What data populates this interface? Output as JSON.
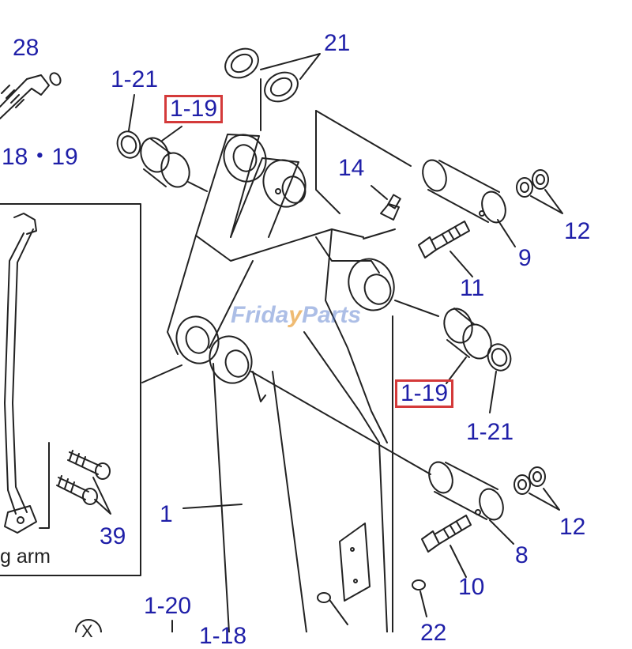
{
  "labels": {
    "l28": "28",
    "l21": "21",
    "l1_21_top": "1-21",
    "l1_19_top": "1-19",
    "l18_19": "18・19",
    "l14": "14",
    "l12_top": "12",
    "l9": "9",
    "l11": "11",
    "l1_19_bottom": "1-19",
    "l1_21_bottom": "1-21",
    "l1": "1",
    "l39": "39",
    "l12_bottom": "12",
    "l8": "8",
    "l10": "10",
    "l1_20": "1-20",
    "l1_18": "1-18",
    "l22": "22"
  },
  "inset_caption": "g arm",
  "circle_mark": "X",
  "watermark": {
    "part1": "Frida",
    "part2": "y",
    "part3": "Parts"
  },
  "colors": {
    "label": "#1f1fa8",
    "highlight": "#d43a3a",
    "line": "#222222"
  }
}
